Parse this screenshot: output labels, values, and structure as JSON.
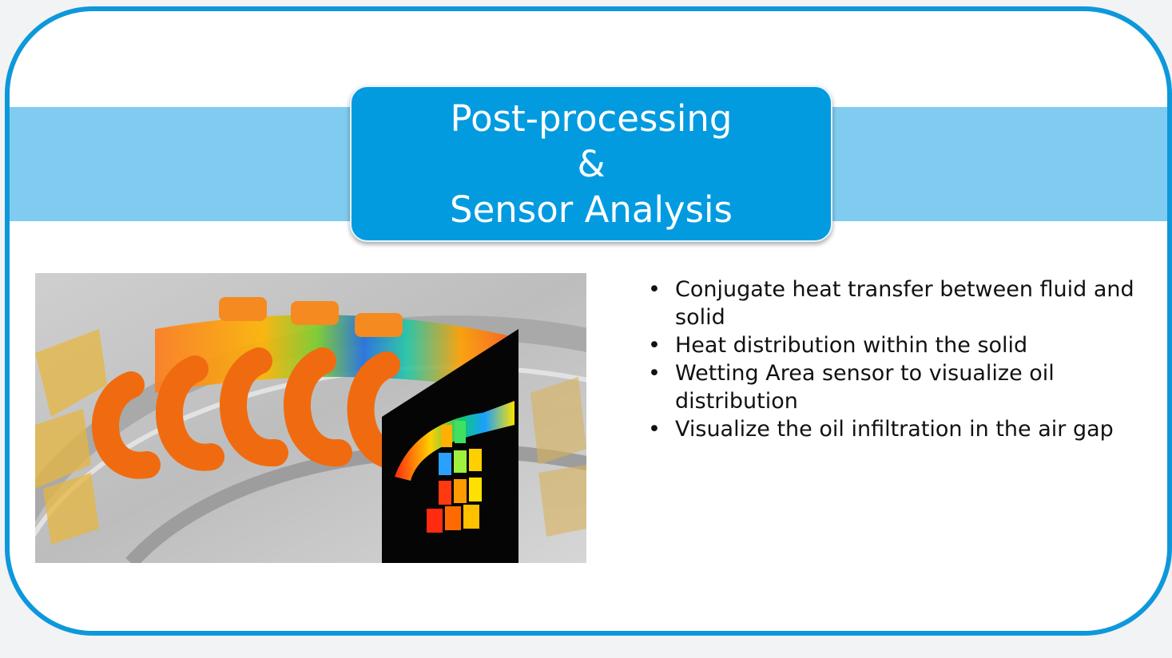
{
  "slide": {
    "title_lines": [
      "Post-processing",
      "&",
      "Sensor Analysis"
    ],
    "bullets": [
      "Conjugate heat transfer between fluid and solid",
      "Heat distribution within the solid",
      "Wetting Area sensor to visualize oil distribution",
      "Visualize the oil infiltration in the air gap"
    ]
  },
  "colors": {
    "frame_border": "#0d98db",
    "band": "#80ccf0",
    "title_box": "#039be0",
    "title_text": "#ffffff"
  },
  "icons": [
    "bullet-dot"
  ]
}
